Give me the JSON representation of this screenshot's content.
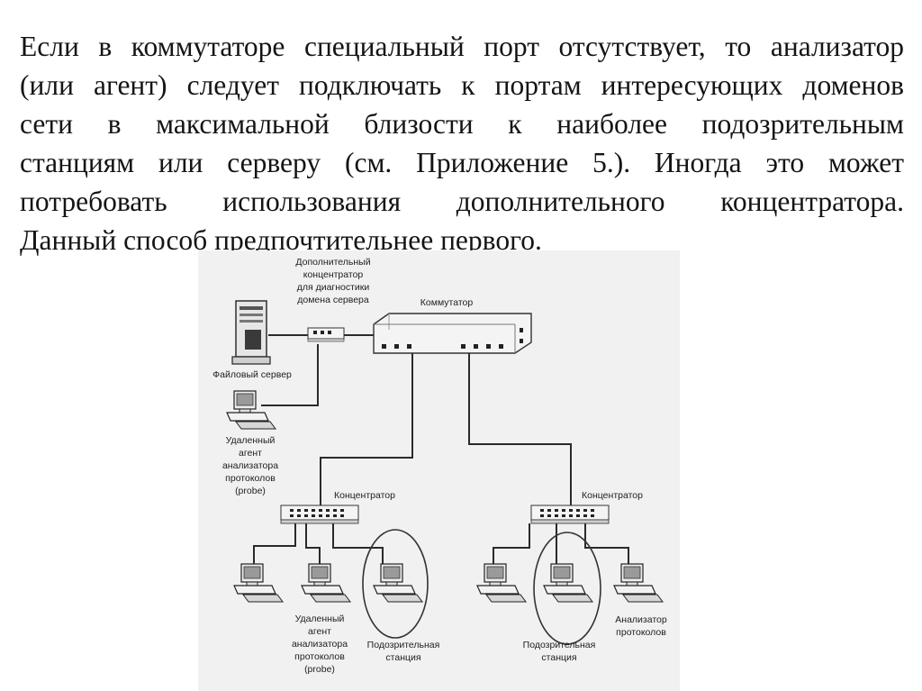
{
  "paragraph": {
    "lines": [
      "Если в коммутаторе специальный порт отсутствует, то анализатор",
      "(или агент) следует подключать к портам интересующих доменов",
      "сети в максимальной близости к наиболее подозрительным",
      "станциям или серверу (см. Приложение 5.). Иногда это может",
      "потребовать использования дополнительного концентратора.",
      "Данный способ предпочтительнее первого."
    ]
  },
  "diagram": {
    "labels": {
      "extra_hub_1": "Дополнительный",
      "extra_hub_2": "концентратор",
      "extra_hub_3": "для диагностики",
      "extra_hub_4": "домена сервера",
      "switch": "Коммутатор",
      "file_server": "Файловый сервер",
      "remote_agent_top_1": "Удаленный",
      "remote_agent_top_2": "агент",
      "remote_agent_top_3": "анализатора",
      "remote_agent_top_4": "протоколов",
      "remote_agent_top_5": "(probe)",
      "hub_left": "Концентратор",
      "hub_right": "Концентратор",
      "remote_agent_bottom_1": "Удаленный",
      "remote_agent_bottom_2": "агент",
      "remote_agent_bottom_3": "анализатора",
      "remote_agent_bottom_4": "протоколов",
      "remote_agent_bottom_5": "(probe)",
      "suspect_left_1": "Подозрительная",
      "suspect_left_2": "станция",
      "suspect_right_1": "Подозрительная",
      "suspect_right_2": "станция",
      "analyzer_1": "Анализатор",
      "analyzer_2": "протоколов"
    }
  }
}
